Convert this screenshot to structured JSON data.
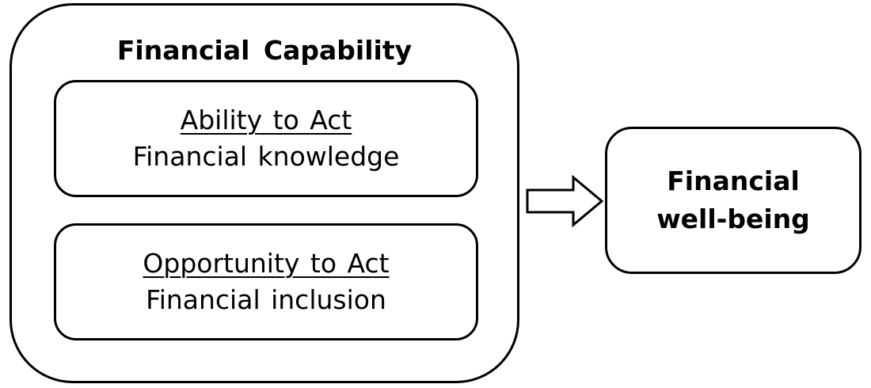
{
  "capability": {
    "title": "Financial Capability",
    "ability": {
      "heading": "Ability to Act",
      "description": "Financial knowledge"
    },
    "opportunity": {
      "heading": "Opportunity to Act",
      "description": "Financial inclusion"
    }
  },
  "outcome": {
    "label": "Financial well-being"
  },
  "colors": {
    "stroke": "#000000",
    "background": "#ffffff"
  }
}
